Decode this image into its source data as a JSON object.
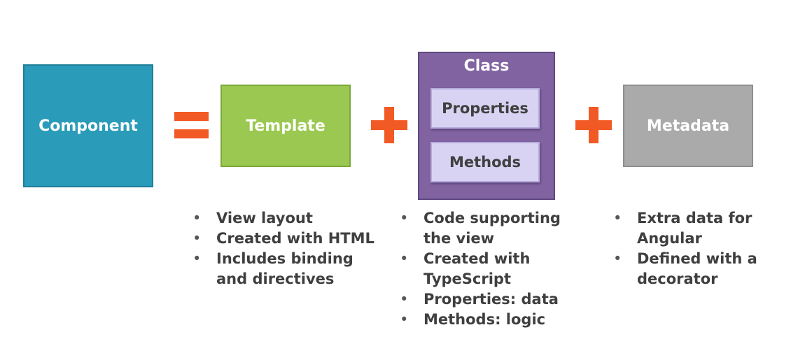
{
  "diagram": {
    "component_label": "Component",
    "template_label": "Template",
    "class": {
      "title": "Class",
      "properties_label": "Properties",
      "methods_label": "Methods"
    },
    "metadata_label": "Metadata",
    "template_bullets": [
      "View layout",
      "Created with HTML",
      "Includes binding and directives"
    ],
    "class_bullets": [
      "Code supporting the view",
      "Created with TypeScript",
      "Properties: data",
      "Methods: logic"
    ],
    "metadata_bullets": [
      "Extra data for Angular",
      "Defined with a decorator"
    ]
  },
  "colors": {
    "component": "#2a9bb9",
    "template": "#9bc850",
    "class": "#8063a0",
    "inner": "#d8d3f2",
    "metadata": "#aaaaaa",
    "operator": "#f25a25"
  },
  "icons": {
    "equals": "equals-icon",
    "plus": "plus-icon"
  }
}
